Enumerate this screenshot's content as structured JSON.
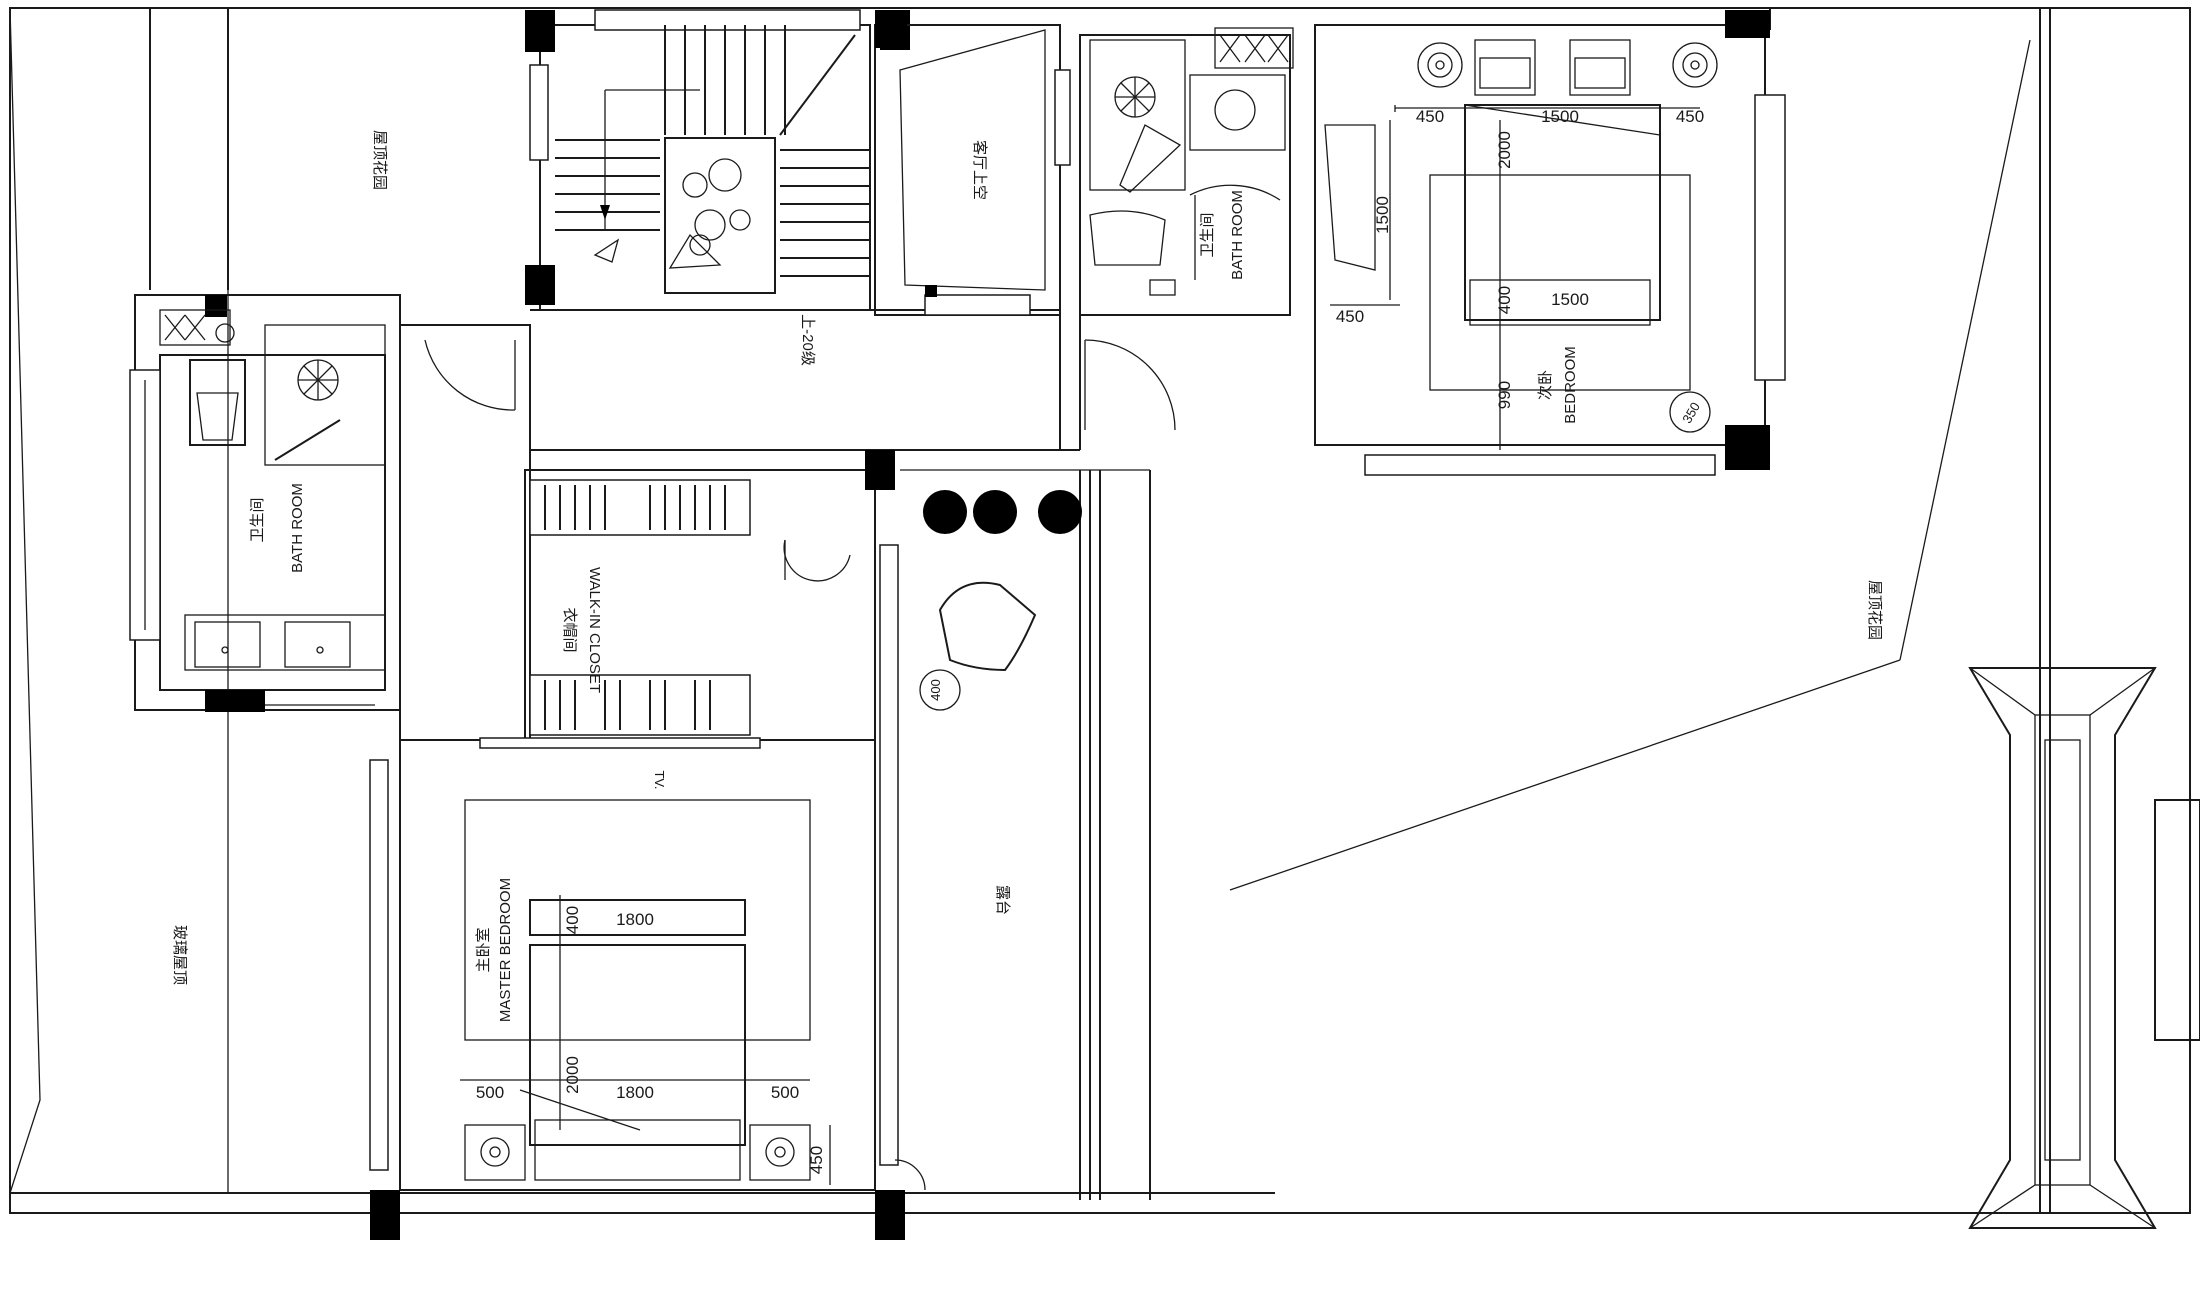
{
  "rooms": {
    "bath_left": {
      "cn": "卫生间",
      "en": "BATH ROOM"
    },
    "bath_top": {
      "cn": "卫生间",
      "en": "BATH ROOM"
    },
    "closet": {
      "cn": "衣帽间",
      "en": "WALK-IN CLOSET"
    },
    "master": {
      "cn": "主卧室",
      "en": "MASTER BEDROOM"
    },
    "bedroom": {
      "cn": "次卧",
      "en": "BEDROOM"
    },
    "terrace_label": "露台",
    "void_label": "客厅上空",
    "roof_label": "玻璃屋顶",
    "roof_left_label": "屋顶花园",
    "roof_right_label": "屋顶花园",
    "up_label": "上-20级",
    "tv_label": "TV."
  },
  "dims": {
    "bed_top_450_left": "450",
    "bed_top_1500": "1500",
    "bed_top_450_right": "450",
    "bed_top_2000": "2000",
    "bed_top_1500_v": "1500",
    "bed_top_400": "400",
    "bed_top_1500_b": "1500",
    "bed_top_450_b": "450",
    "bed_top_990": "990",
    "bed_top_350": "350",
    "master_400": "400",
    "master_1800_a": "1800",
    "master_2000": "2000",
    "master_1800_b": "1800",
    "master_500_l": "500",
    "master_500_r": "500",
    "master_450": "450",
    "chair_400": "400"
  }
}
